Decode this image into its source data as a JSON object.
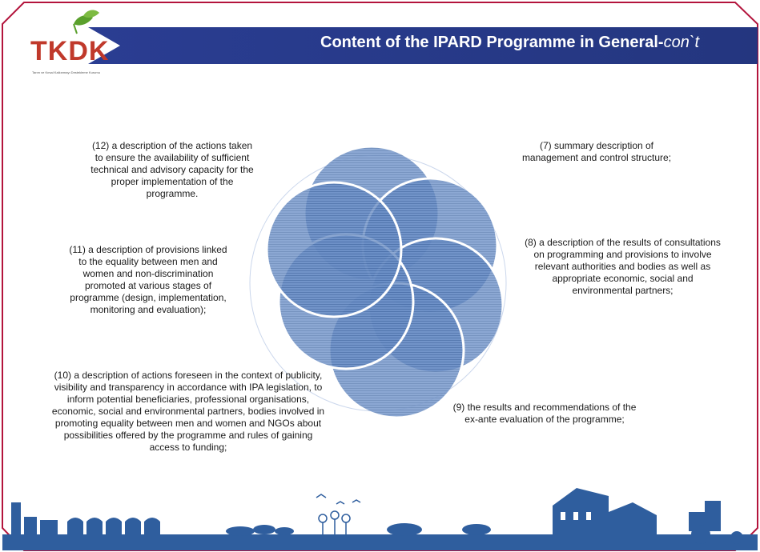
{
  "header": {
    "logo_text": "TKDK",
    "logo_subtitle": "Tarım ve Kırsal Kalkınmayı Destekleme Kurumu",
    "title_main": "Content of the IPARD Programme in General-",
    "title_suffix": "con`t"
  },
  "items": {
    "item7": "(7) summary description of management and control structure;",
    "item8": "(8) a description of the results of consultations on programming and provisions to involve relevant authorities and bodies as well as appropriate economic, social and environmental partners;",
    "item9": "(9) the results and recommendations of the ex-ante evaluation of the programme;",
    "item10": "(10) a description of actions foreseen in the context of publicity, visibility and transparency in accordance with IPA legislation, to inform potential beneficiaries, professional organisations, economic, social and environmental partners, bodies involved in promoting equality between men and women and NGOs about possibilities offered by the programme and rules of gaining access to funding;",
    "item11": "(11) a description of provisions linked to the equality between men and women and non-discrimination promoted at various stages of programme (design, implementation, monitoring and evaluation);",
    "item12": "(12) a description of the actions taken to ensure the availability of sufficient technical and advisory capacity for the proper implementation of the programme."
  },
  "colors": {
    "header_blue": "#2c3e8f",
    "frame_red": "#b3143c",
    "circle_blue": "#5b7fb8",
    "footer_blue": "#2f5e9e",
    "logo_red": "#c0392b",
    "logo_green": "#5aa02c"
  }
}
